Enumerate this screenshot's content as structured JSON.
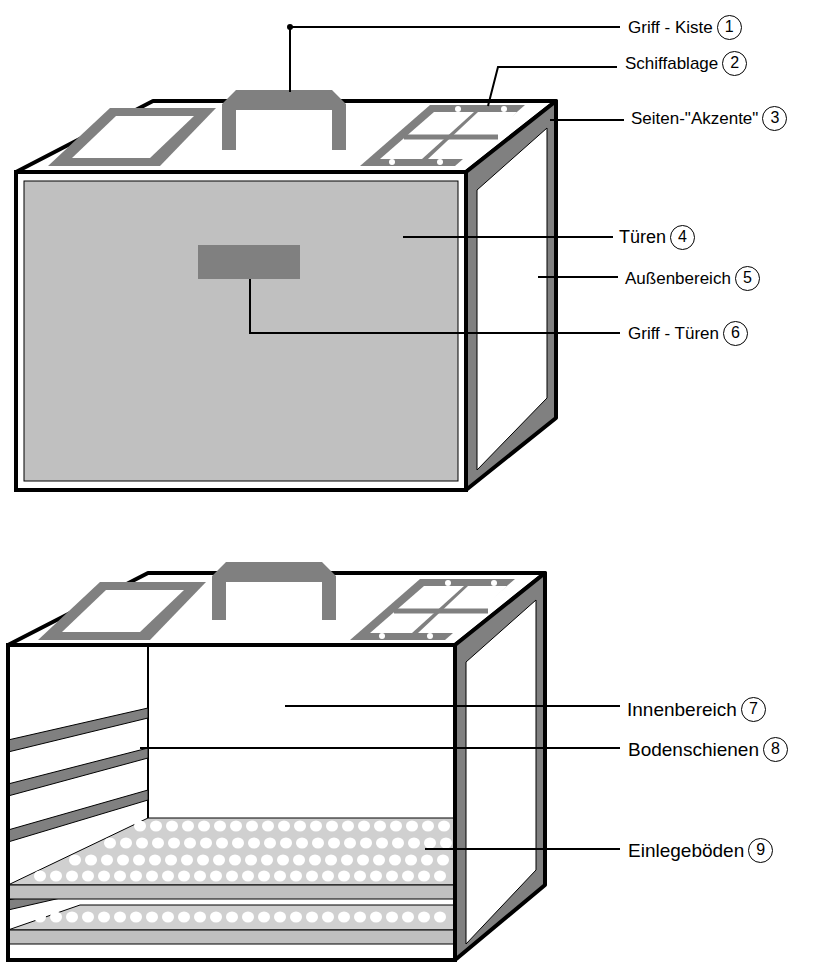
{
  "diagram": {
    "nodes": [
      {
        "text": [
          "1"
        ]
      },
      {
        "text": [
          "2"
        ]
      },
      {
        "text": [
          "3"
        ]
      },
      {
        "text": [
          "4"
        ]
      },
      {
        "text": [
          "5"
        ]
      },
      {
        "text": [
          "6"
        ]
      },
      {
        "text": [
          "7"
        ]
      },
      {
        "text": [
          "8"
        ]
      },
      {
        "text": [
          "9"
        ]
      }
    ],
    "labels": [
      "Griff - Kiste",
      "Schiffablage",
      "Seiten-\"Akzente\"",
      "Türen",
      "Außenbereich",
      "Griff - Türen",
      "Innenbereich",
      "Bodenschienen",
      "Einlegeböden"
    ]
  }
}
